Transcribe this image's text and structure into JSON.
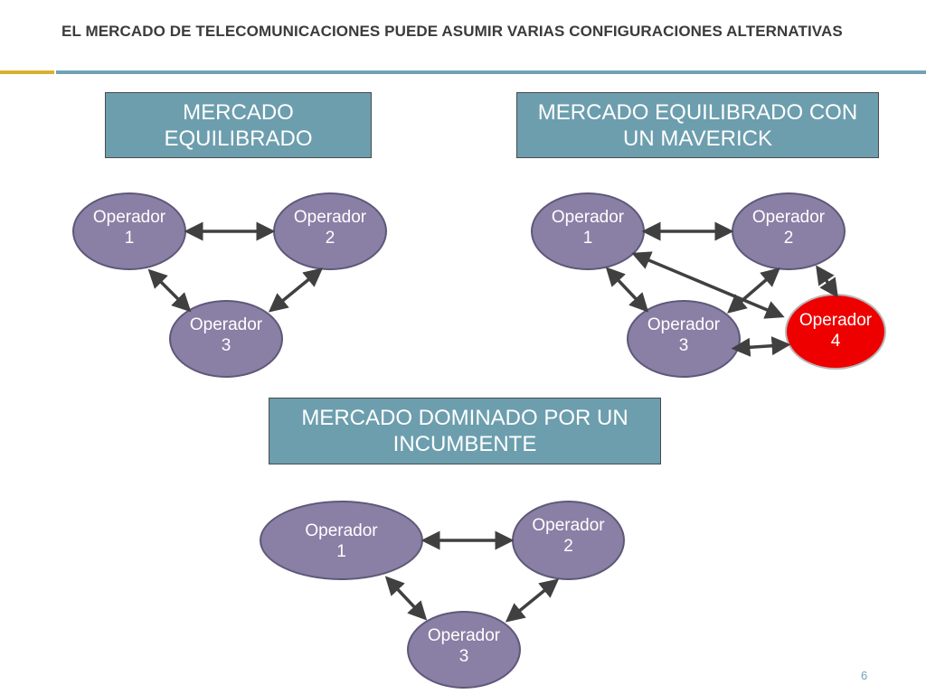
{
  "slide": {
    "title": "EL MERCADO DE TELECOMUNICACIONES PUEDE ASUMIR VARIAS CONFIGURACIONES ALTERNATIVAS",
    "page_number": "6",
    "colors": {
      "box": "#6c9eae",
      "node": "#8a7fa5",
      "maverick": "#ee0000",
      "arrow": "#404040",
      "accent_gold": "#d8b22f",
      "accent_teal": "#6fa3b4"
    }
  },
  "diagram1": {
    "title": "MERCADO EQUILIBRADO",
    "op1": {
      "name": "Operador",
      "num": "1"
    },
    "op2": {
      "name": "Operador",
      "num": "2"
    },
    "op3": {
      "name": "Operador",
      "num": "3"
    }
  },
  "diagram2": {
    "title": "MERCADO EQUILIBRADO CON UN MAVERICK",
    "op1": {
      "name": "Operador",
      "num": "1"
    },
    "op2": {
      "name": "Operador",
      "num": "2"
    },
    "op3": {
      "name": "Operador",
      "num": "3"
    },
    "op4": {
      "name": "Operador",
      "num": "4"
    }
  },
  "diagram3": {
    "title": "MERCADO DOMINADO POR UN INCUMBENTE",
    "op1": {
      "name": "Operador",
      "num": "1"
    },
    "op2": {
      "name": "Operador",
      "num": "2"
    },
    "op3": {
      "name": "Operador",
      "num": "3"
    }
  }
}
